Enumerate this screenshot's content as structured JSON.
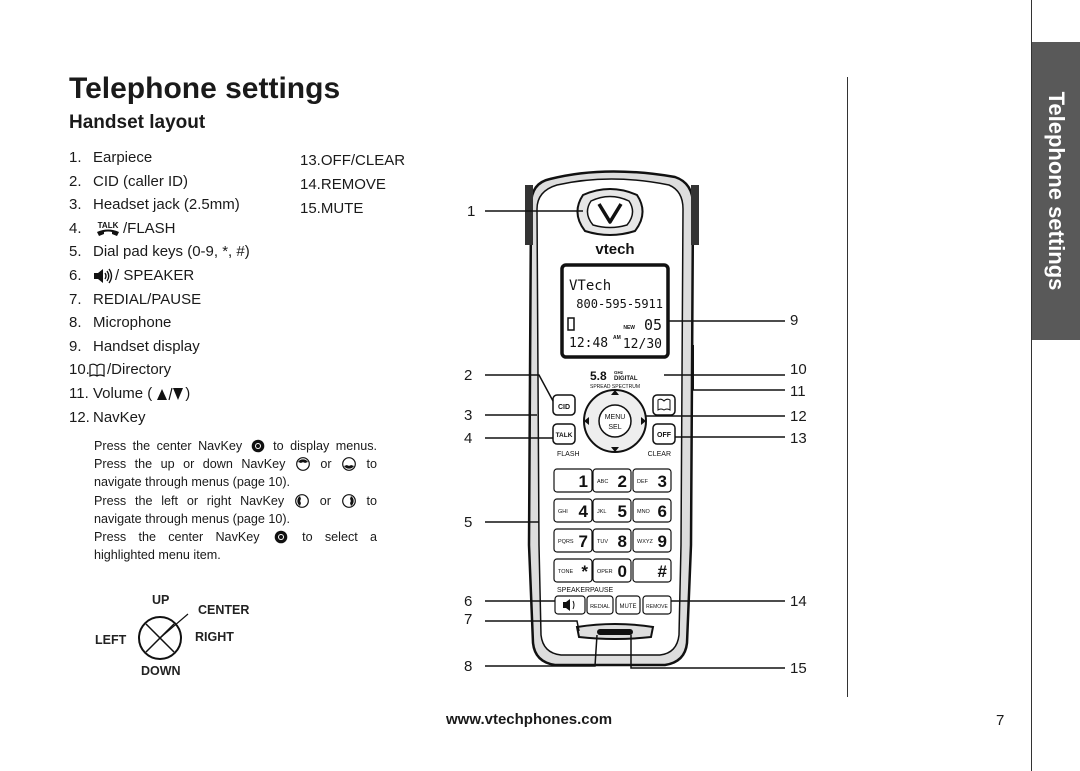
{
  "page": {
    "title": "Telephone settings",
    "subtitle": "Handset layout",
    "side_tab": "Telephone settings",
    "footer_url": "www.vtechphones.com",
    "page_number": "7"
  },
  "parts_left": [
    {
      "num": "1.",
      "label": "Earpiece"
    },
    {
      "num": "2.",
      "label": "CID (caller ID)"
    },
    {
      "num": "3.",
      "label": "Headset jack (2.5mm)"
    },
    {
      "num": "4.",
      "label": "/FLASH",
      "icon": "talk-icon",
      "icon_text": "TALK"
    },
    {
      "num": "5.",
      "label": "Dial pad keys (0-9, *, #)"
    },
    {
      "num": "6.",
      "label": "/ SPEAKER",
      "icon": "speaker-icon"
    },
    {
      "num": "7.",
      "label": "REDIAL/PAUSE"
    },
    {
      "num": "8.",
      "label": "Microphone"
    },
    {
      "num": "9.",
      "label": "Handset display"
    },
    {
      "num": "10.",
      "label": "/Directory",
      "icon": "directory-book-icon"
    },
    {
      "num": "11.",
      "label": "Volume (",
      "label_end": ")",
      "icon": "volume-up-down-icon"
    },
    {
      "num": "12.",
      "label": "NavKey"
    }
  ],
  "parts_right": [
    {
      "num": "13.",
      "label": "OFF/CLEAR"
    },
    {
      "num": "14.",
      "label": "REMOVE"
    },
    {
      "num": "15.",
      "label": "MUTE"
    }
  ],
  "navkey_note": {
    "p1_a": "Press the center NavKey",
    "p1_b": "to display menus. Press the up or down NavKey",
    "p1_c": "or",
    "p1_d": "to navigate through menus (page 10).",
    "p2_a": "Press the left or right NavKey",
    "p2_b": "or",
    "p2_c": "to navigate through menus (page 10).",
    "p3_a": "Press the center NavKey",
    "p3_b": "to select a highlighted menu item."
  },
  "nav_diagram": {
    "up": "UP",
    "center": "CENTER",
    "left": "LEFT",
    "right": "RIGHT",
    "down": "DOWN"
  },
  "phone": {
    "brand": "vtech",
    "screen_line1": "VTech",
    "screen_line2": "800-595-5911",
    "screen_new_label": "NEW",
    "screen_new_count": "05",
    "screen_time": "12:48",
    "screen_ampm": "AM",
    "screen_date": "12/30",
    "band_big": "5.8",
    "band_ghz": "GHz",
    "band_digital": "DIGITAL",
    "band_sub": "SPREAD SPECTRUM",
    "key_cid": "CID",
    "key_menu": "MENU",
    "key_sel": "SEL",
    "key_talk": "TALK",
    "key_off": "OFF",
    "label_flash": "FLASH",
    "label_clear": "CLEAR",
    "label_speaker": "SPEAKER",
    "label_pause": "PAUSE",
    "key_redial": "REDIAL",
    "key_mute": "MUTE",
    "key_remove": "REMOVE",
    "keys": [
      {
        "sub": "",
        "digit": "1"
      },
      {
        "sub": "ABC",
        "digit": "2"
      },
      {
        "sub": "DEF",
        "digit": "3"
      },
      {
        "sub": "GHI",
        "digit": "4"
      },
      {
        "sub": "JKL",
        "digit": "5"
      },
      {
        "sub": "MNO",
        "digit": "6"
      },
      {
        "sub": "PQRS",
        "digit": "7"
      },
      {
        "sub": "TUV",
        "digit": "8"
      },
      {
        "sub": "WXYZ",
        "digit": "9"
      },
      {
        "sub": "TONE",
        "digit": "*"
      },
      {
        "sub": "OPER",
        "digit": "0"
      },
      {
        "sub": "",
        "digit": "#"
      }
    ]
  },
  "callouts": {
    "c1": "1",
    "c2": "2",
    "c3": "3",
    "c4": "4",
    "c5": "5",
    "c6": "6",
    "c7": "7",
    "c8": "8",
    "c9": "9",
    "c10": "10",
    "c11": "11",
    "c12": "12",
    "c13": "13",
    "c14": "14",
    "c15": "15"
  }
}
